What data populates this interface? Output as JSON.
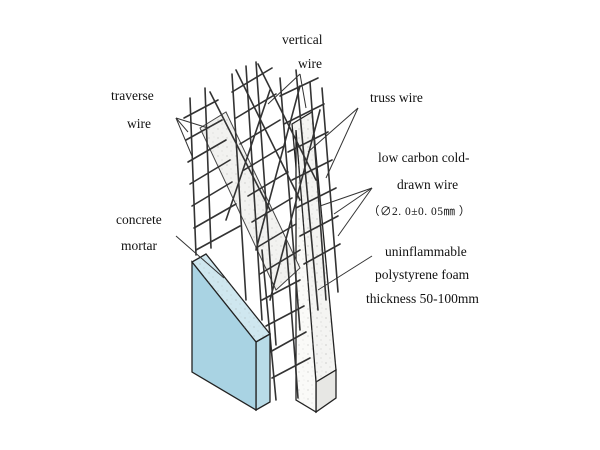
{
  "labels": {
    "vertical_line1": "vertical",
    "vertical_line2": "wire",
    "traverse_line1": "traverse",
    "traverse_line2": "wire",
    "truss": "truss wire",
    "low_carbon_line1": "low carbon cold-",
    "low_carbon_line2": "drawn wire",
    "wire_spec": "（∅2. 0±0. 05㎜  ）",
    "concrete_line1": "concrete",
    "concrete_line2": "mortar",
    "foam_line1": "uninflammable",
    "foam_line2": "polystyrene foam",
    "thickness": "thickness 50-100mm"
  },
  "colors": {
    "mortar_face": "#a9d3e3",
    "mortar_side": "#cfe7ef",
    "foam": "#f4f4f2",
    "wire": "#333333",
    "text": "#111111"
  }
}
